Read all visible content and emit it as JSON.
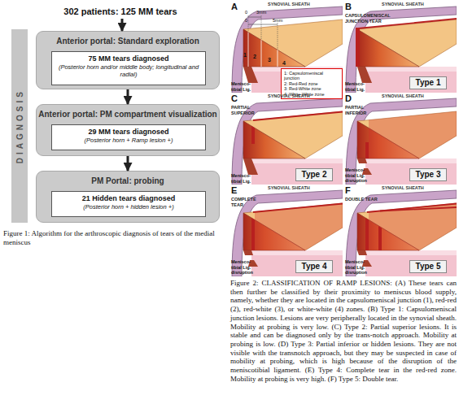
{
  "diagram": {
    "caption": "Figure 2: CLASSIFICATION OF RAMP LESIONS: (A) These tears can then further be classified by their proximity to meniscus blood supply, namely, whether they are located in the capsulomeniscal junction (1), red-red (2), red-white (3), or white-white (4) zones. (B) Type 1: Capsulomeniscal junction lesions. Lesions are very peripherally located in the synovial sheath. Mobility at probing is very low. (C) Type 2: Partial superior lesions. It is stable and can be diagnosed only by the trans-notch approach. Mobility at probing is low. (D) Type 3: Partial inferior or hidden lesions. They are not visible with the transnotch approach, but they may be suspected in case of mobility at probing, which is high because of the disruption of the meniscotibial ligament. (E) Type 4: Complete tear in the red-red zone. Mobility at probing is very high. (F) Type 5: Double tear.",
    "nodes": [
      {
        "text": [
          "302 patients: 125 MM tears"
        ]
      },
      {
        "text": [
          "DIAGNOSIS"
        ]
      },
      {
        "text": [
          "Anterior portal: Standard exploration"
        ]
      },
      {
        "text": [
          "75 MM tears diagnosed",
          "(Posterior horn and/or middle body; longitudinal and radial)"
        ],
        "in": 2
      },
      {
        "text": [
          "Anterior portal: PM compartment visualization"
        ]
      },
      {
        "text": [
          "29 MM tears diagnosed",
          "(Posterior horn + Ramp lesion +)"
        ],
        "in": 4
      },
      {
        "text": [
          "PM Portal: probing"
        ]
      },
      {
        "text": [
          "21 Hidden tears diagnosed",
          "(Posterior horn + hidden lesion +)"
        ],
        "in": 6
      },
      {
        "text": [
          "1: Capsulomeniscal junction",
          "2: Red-Red zone",
          "3: Red-White zone",
          "4: White-White zone"
        ]
      },
      {
        "text": [
          "Type 1"
        ]
      },
      {
        "text": [
          "Type 2"
        ]
      },
      {
        "text": [
          "Type 3"
        ]
      },
      {
        "text": [
          "Type 4"
        ]
      },
      {
        "text": [
          "Type 5"
        ]
      }
    ],
    "edges": [
      {
        "from": 0,
        "to": 2,
        "arrow": "to"
      },
      {
        "from": 2,
        "to": 4,
        "arrow": "to"
      },
      {
        "from": 4,
        "to": 6,
        "arrow": "to"
      }
    ],
    "labels": [
      "A",
      "SYNOVIAL SHEATH",
      "0",
      "3mm",
      "0",
      "5mm",
      "1",
      "2",
      "3",
      "4",
      "Menisco-tibial Lig.",
      "B",
      "SYNOVIAL SHEATH",
      "CAPSULOMENISCAL JUNCTION TEAR",
      "Menisco-tibial Lig.",
      "C",
      "SYNOVIAL SHEATH",
      "PARTIAL SUPERIOR",
      "Menisco-tibial Lig.",
      "D",
      "SYNOVIAL SHEATH",
      "PARTIAL INFERIOR",
      "Menisco-tibial Lig. disruption",
      "E",
      "SYNOVIAL SHEATH",
      "COMPLETE TEAR",
      "Menisco-tibial Lig. disruption",
      "F",
      "SYNOVIAL SHEATH",
      "DOUBLE TEAR",
      "Menisco-tibial Lig. disruption",
      "Figure 1: Algorithm for the arthroscopic diagnosis of tears of the medial meniscus"
    ]
  }
}
